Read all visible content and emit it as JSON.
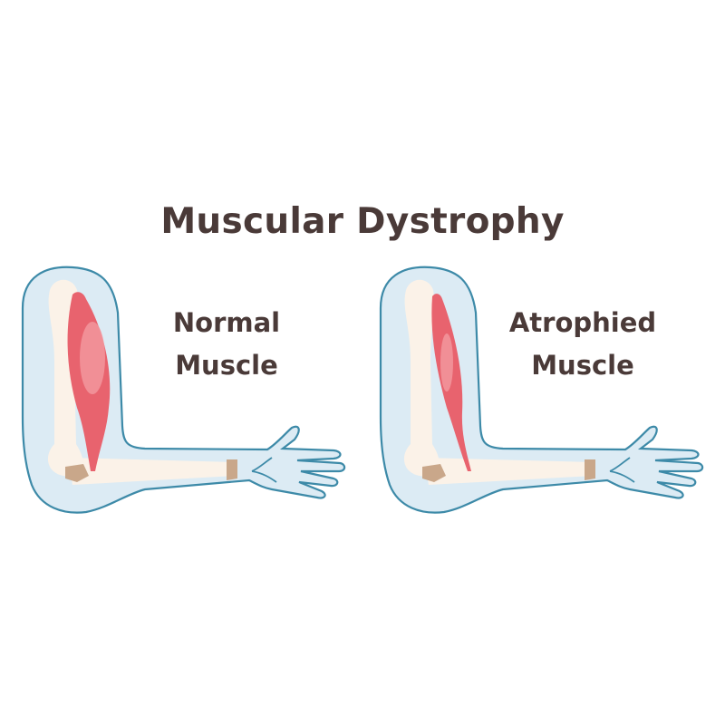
{
  "title": "Muscular Dystrophy",
  "panels": [
    {
      "label_line1": "Normal",
      "label_line2": "Muscle",
      "muscle_state": "normal"
    },
    {
      "label_line1": "Atrophied",
      "label_line2": "Muscle",
      "muscle_state": "atrophied"
    }
  ],
  "colors": {
    "text": "#4a3a38",
    "skin_fill": "#dcebf4",
    "skin_outline": "#3d8aa8",
    "bone": "#fbf2e8",
    "joint": "#c9a78a",
    "muscle": "#e8636e",
    "muscle_highlight": "#f29aa0"
  }
}
